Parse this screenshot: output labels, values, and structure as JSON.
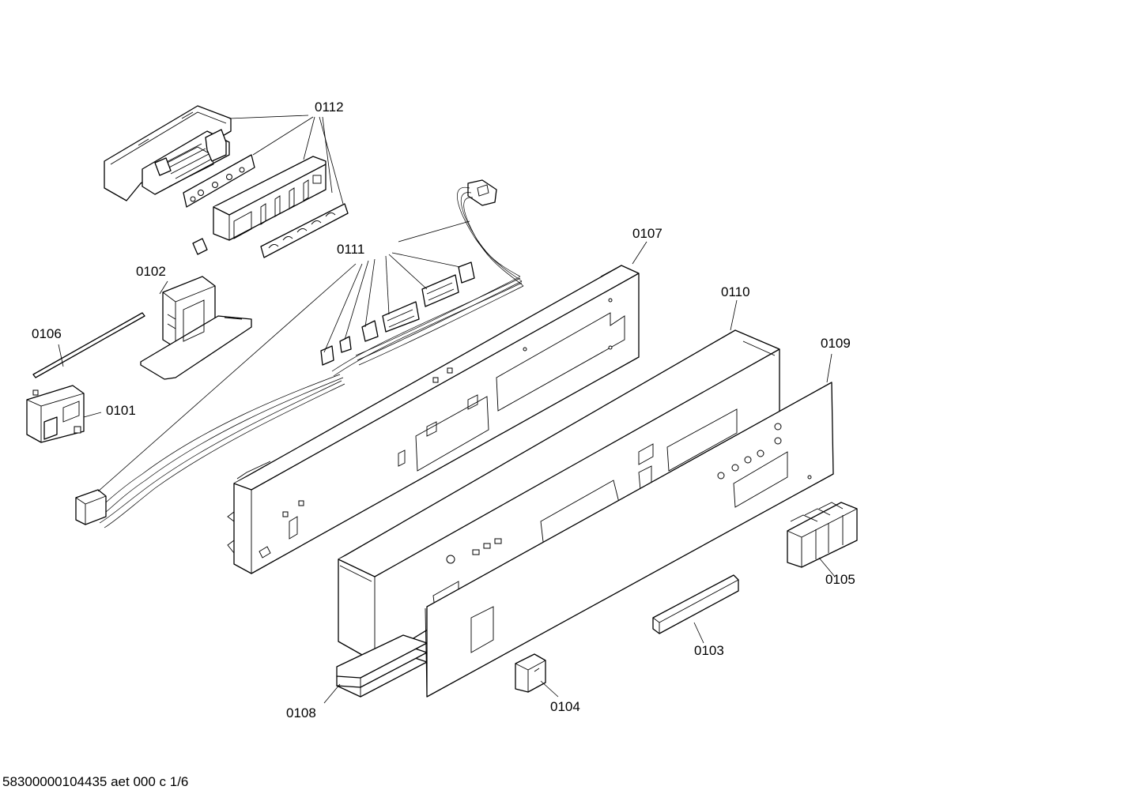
{
  "labels": {
    "p0101": "0101",
    "p0102": "0102",
    "p0103": "0103",
    "p0104": "0104",
    "p0105": "0105",
    "p0106": "0106",
    "p0107": "0107",
    "p0108": "0108",
    "p0109": "0109",
    "p0110": "0110",
    "p0111": "0111",
    "p0112": "0112"
  },
  "footer": "58300000104435 aet 000 c 1/6"
}
